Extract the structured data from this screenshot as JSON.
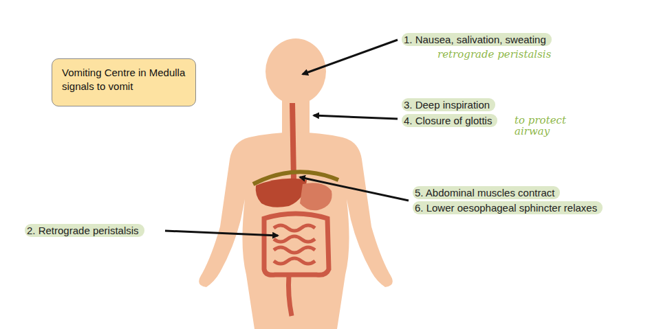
{
  "diagram": {
    "nodes": [
      {
        "text": [
          "Vomiting Centre in Medulla signals to vomit"
        ]
      }
    ],
    "labels": [
      "1. Nausea, salivation, sweating",
      "retrograde peristalsis",
      "3. Deep inspiration",
      "4. Closure of glottis",
      "to protect airway",
      "5. Abdominal muscles contract",
      "6. Lower oesophageal sphincter relaxes",
      "2. Retrograde peristalsis"
    ]
  }
}
